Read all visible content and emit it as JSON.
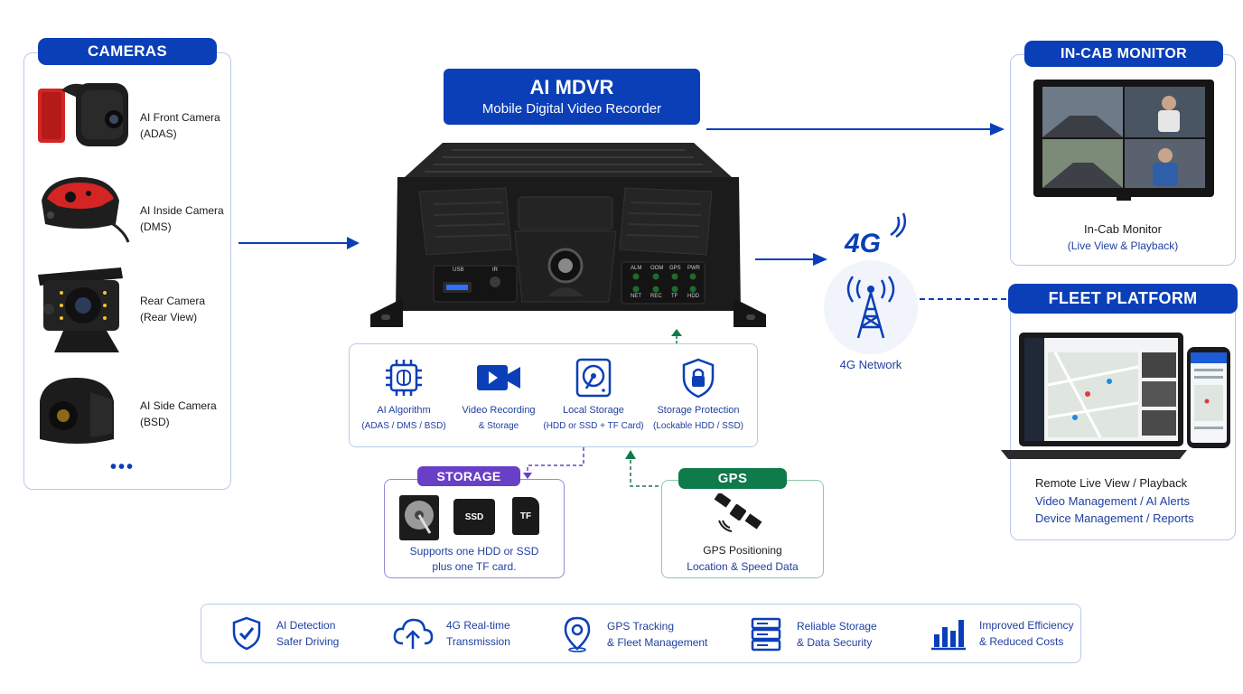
{
  "cameras": {
    "title": "CAMERAS",
    "items": [
      {
        "name": "AI Front Camera",
        "sub": "(ADAS)"
      },
      {
        "name": "AI Inside Camera",
        "sub": "(DMS)"
      },
      {
        "name": "Rear Camera",
        "sub": "(Rear View)"
      },
      {
        "name": "AI Side Camera",
        "sub": "(BSD)"
      }
    ],
    "more": "•••"
  },
  "mdvr": {
    "title": "AI MDVR",
    "subtitle": "Mobile Digital Video Recorder",
    "ports": {
      "usb": "USB",
      "ir": "IR"
    },
    "leds_top": [
      "ALM",
      "OOM",
      "GPS",
      "PWR"
    ],
    "leds_bottom": [
      "NET",
      "REC",
      "TF",
      "HDD"
    ]
  },
  "features": [
    {
      "name": "AI Algorithm",
      "sub": "(ADAS / DMS / BSD)"
    },
    {
      "name": "Video Recording",
      "sub": "& Storage"
    },
    {
      "name": "Local Storage",
      "sub": "(HDD or SSD + TF Card)"
    },
    {
      "name": "Storage Protection",
      "sub": "(Lockable HDD / SSD)"
    }
  ],
  "storage": {
    "title": "STORAGE",
    "ssd_label": "SSD",
    "tf_label": "TF",
    "line1": "Supports one HDD or SSD",
    "line2": "plus one TF card."
  },
  "gps": {
    "title": "GPS",
    "line1": "GPS Positioning",
    "line2": "Location & Speed Data"
  },
  "network": {
    "badge": "4G",
    "label": "4G Network"
  },
  "monitor": {
    "title": "IN-CAB MONITOR",
    "name": "In-Cab Monitor",
    "sub": "(Live View & Playback)"
  },
  "fleet": {
    "title": "FLEET PLATFORM",
    "line1": "Remote Live View / Playback",
    "line2": "Video Management / AI Alerts",
    "line3": "Device Management / Reports"
  },
  "benefits": [
    {
      "line1": "AI Detection",
      "line2": "Safer Driving",
      "icon": "shield-check-icon"
    },
    {
      "line1": "4G Real-time",
      "line2": "Transmission",
      "icon": "cloud-upload-icon"
    },
    {
      "line1": "GPS Tracking",
      "line2": "& Fleet Management",
      "icon": "location-pin-icon"
    },
    {
      "line1": "Reliable Storage",
      "line2": "& Data Security",
      "icon": "server-icon"
    },
    {
      "line1": "Improved Efficiency",
      "line2": "& Reduced Costs",
      "icon": "bar-chart-icon"
    }
  ],
  "colors": {
    "primary": "#0a3fb8",
    "storage": "#6a3fc8",
    "gps": "#0f7a4a"
  }
}
